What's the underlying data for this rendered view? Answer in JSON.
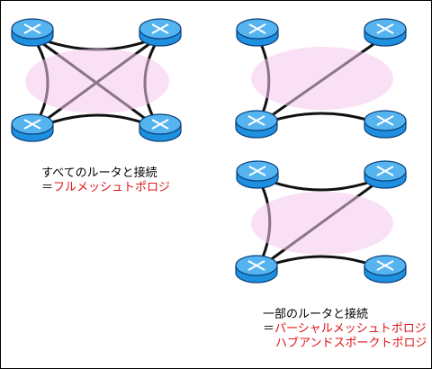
{
  "colors": {
    "router_fill": "#1f8fe0",
    "router_top": "#55b4f0",
    "router_edge": "#0a3f7a",
    "cross": "#ffffff",
    "link": "#111111",
    "overlay": "#f4c6ec",
    "highlight": "#e0141b"
  },
  "icons": {
    "router": "router-icon"
  },
  "full_mesh": {
    "line1": "すべてのルータと接続",
    "eq": "＝",
    "name": "フルメッシュトポロジ"
  },
  "partial_mesh": {
    "line1": "一部のルータと接続",
    "eq": "＝",
    "name1": "パーシャルメッシュトポロジ",
    "name2": "ハブアンドスポークトポロジ"
  }
}
